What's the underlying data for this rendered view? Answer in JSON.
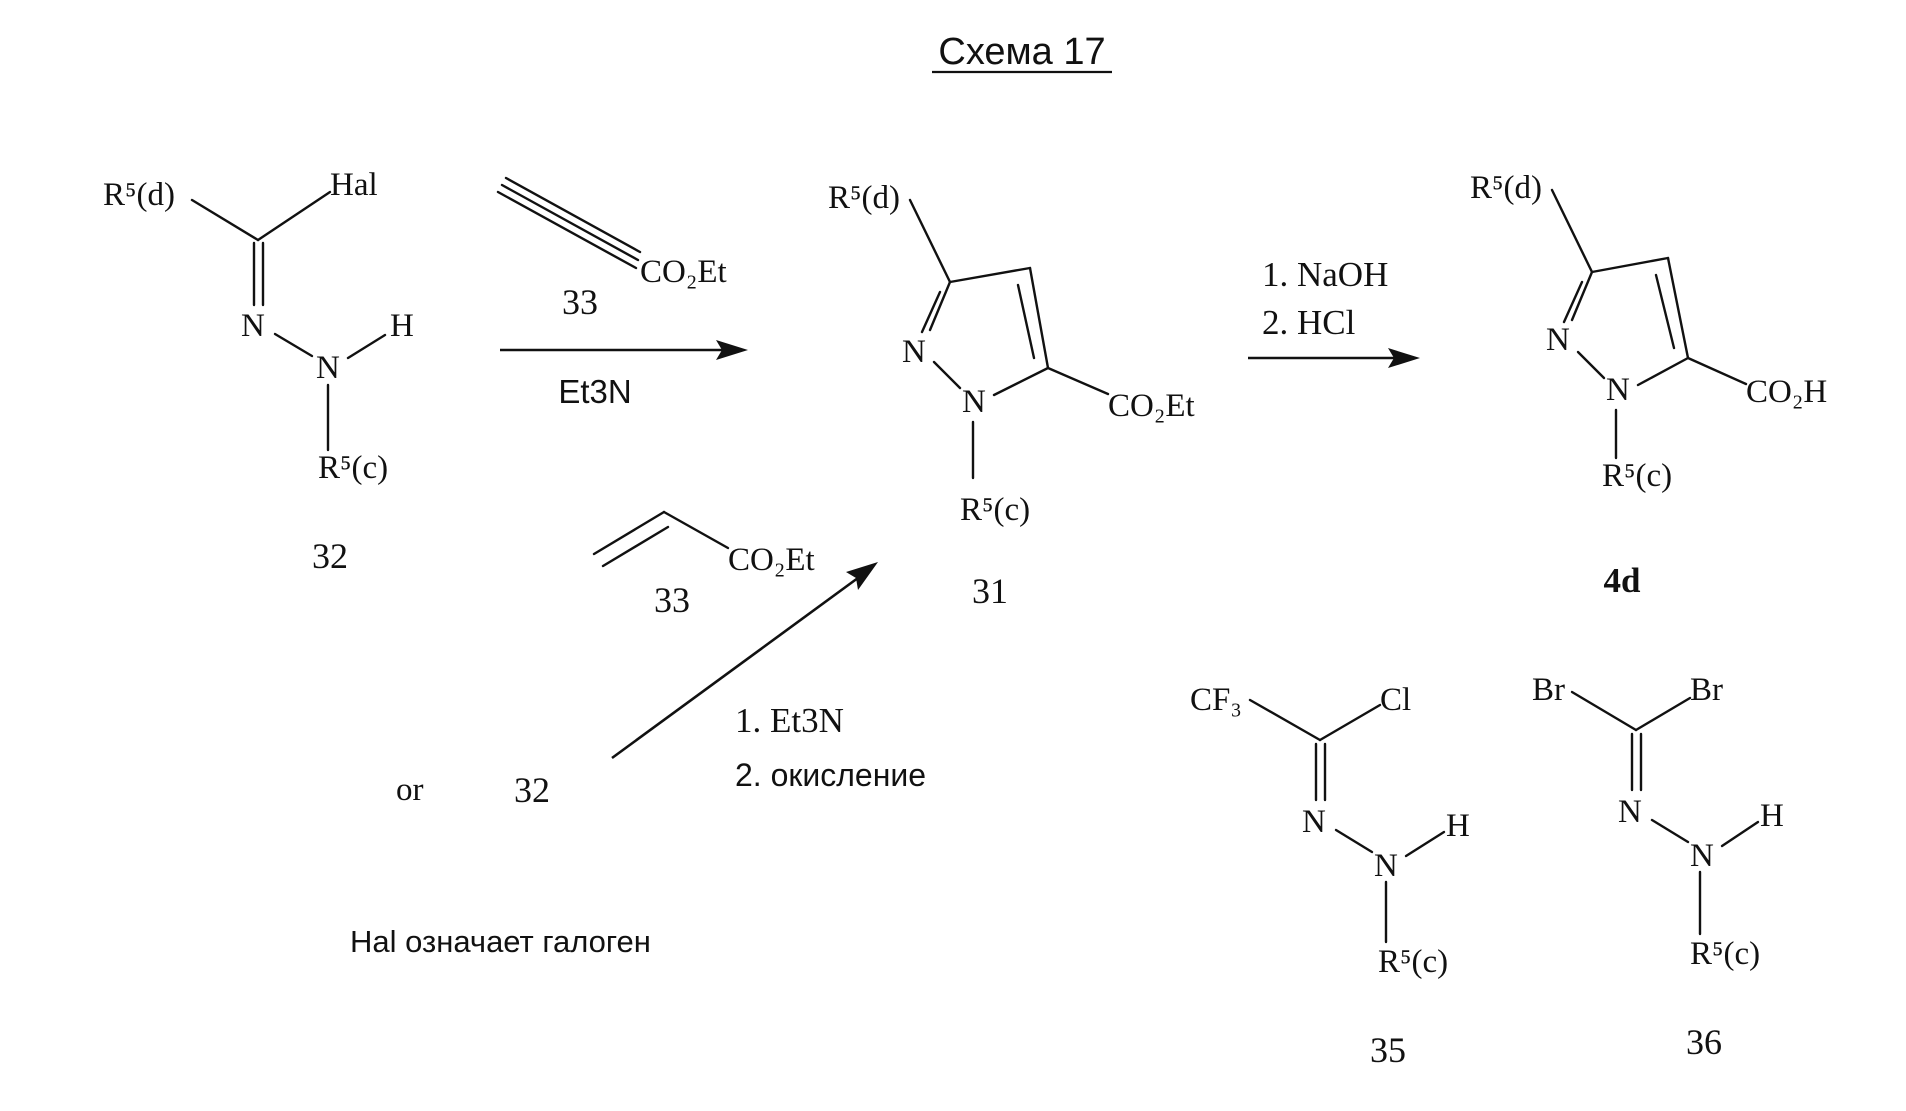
{
  "title": "Схема 17",
  "compounds": {
    "c32": {
      "number": "32",
      "atoms": {
        "r5d": "R⁵(d)",
        "hal": "Hal",
        "n1": "N",
        "n2": "N",
        "h": "H",
        "r5c": "R⁵(c)"
      }
    },
    "c33_top": {
      "number": "33",
      "atoms": {
        "co2et": "CO₂Et"
      }
    },
    "c33_bottom": {
      "number": "33",
      "atoms": {
        "co2et": "CO₂Et"
      }
    },
    "c31": {
      "number": "31",
      "atoms": {
        "r5d": "R⁵(d)",
        "n1": "N",
        "n2": "N",
        "co2et": "CO₂Et",
        "r5c": "R⁵(c)"
      }
    },
    "c4d": {
      "number": "4d",
      "atoms": {
        "r5d": "R⁵(d)",
        "n1": "N",
        "n2": "N",
        "co2h": "CO₂H",
        "r5c": "R⁵(c)"
      }
    },
    "c35": {
      "number": "35",
      "atoms": {
        "cf3": "CF₃",
        "cl": "Cl",
        "n1": "N",
        "n2": "N",
        "h": "H",
        "r5c": "R⁵(c)"
      }
    },
    "c36": {
      "number": "36",
      "atoms": {
        "br1": "Br",
        "br2": "Br",
        "n1": "N",
        "n2": "N",
        "h": "H",
        "r5c": "R⁵(c)"
      }
    }
  },
  "reactions": {
    "step1": {
      "below": "Et3N"
    },
    "step2": {
      "line1": "1. NaOH",
      "line2": "2. HCl"
    },
    "step3": {
      "line1": "1. Et3N",
      "line2": "2. окисление"
    }
  },
  "or_label": "or",
  "or_compound": "32",
  "footnote": "Hal означает галоген"
}
